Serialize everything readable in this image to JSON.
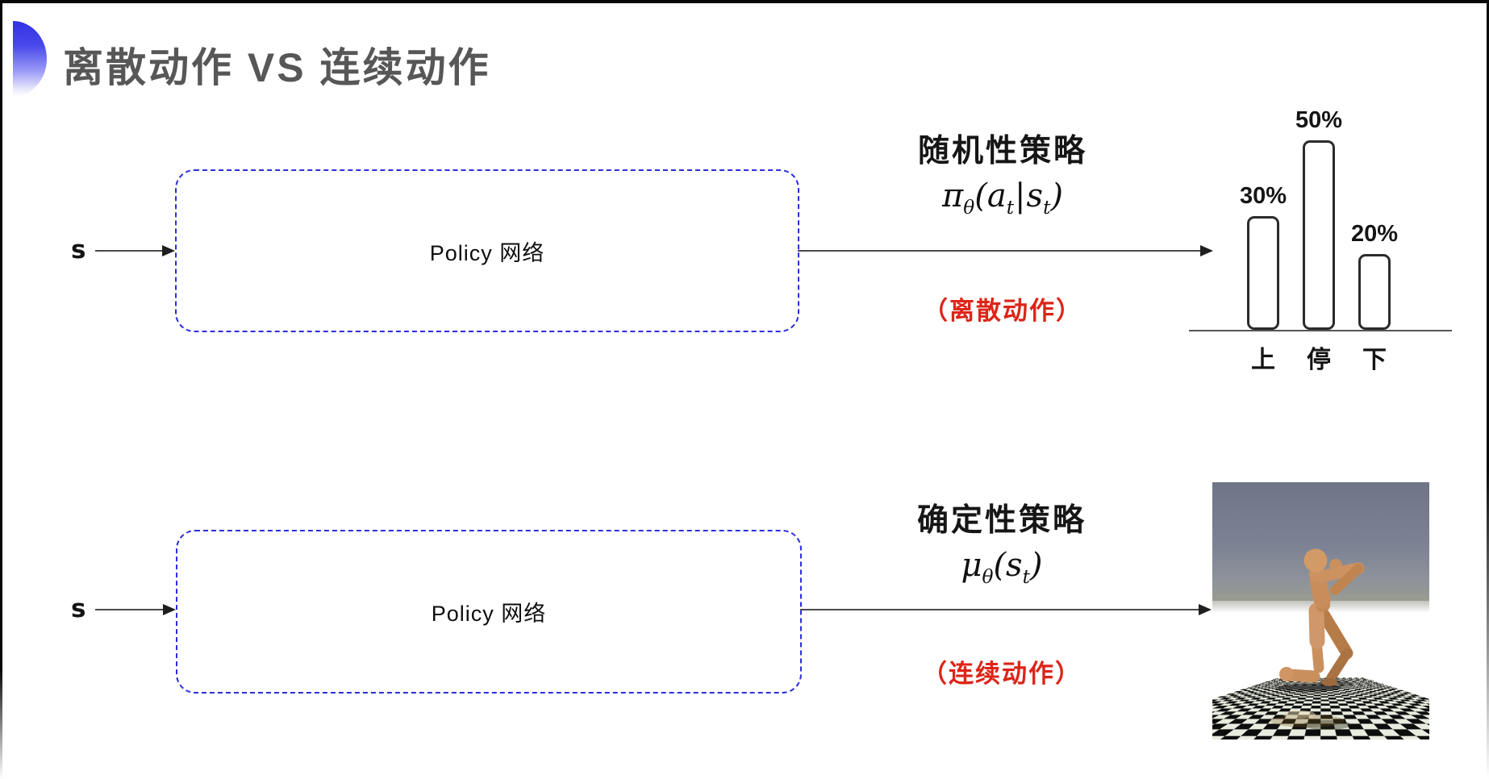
{
  "page": {
    "title": "离散动作 VS 连续动作"
  },
  "rows": {
    "stochastic": {
      "input_label": "s",
      "box_label": "Policy 网络",
      "policy_type": "随机性策略",
      "formula": {
        "head": "π",
        "head_sub": "θ",
        "open": "(",
        "arg1": "a",
        "arg1_sub": "t",
        "bar": "|",
        "arg2": "s",
        "arg2_sub": "t",
        "close": ")"
      },
      "action_note": "（离散动作）"
    },
    "deterministic": {
      "input_label": "s",
      "box_label": "Policy 网络",
      "policy_type": "确定性策略",
      "formula": {
        "head": "μ",
        "head_sub": "θ",
        "open": "(",
        "arg1": "s",
        "arg1_sub": "t",
        "close": ")"
      },
      "action_note": "（连续动作）"
    }
  },
  "chart_data": {
    "type": "bar",
    "categories": [
      "上",
      "停",
      "下"
    ],
    "values": [
      30,
      50,
      20
    ],
    "value_labels": [
      "30%",
      "50%",
      "20%"
    ],
    "title": "",
    "xlabel": "",
    "ylabel": "",
    "ylim": [
      0,
      55
    ],
    "grid": false,
    "legend": false,
    "bar_fill": "#ffffff",
    "bar_border": "#2b2b2b"
  },
  "colors": {
    "accent_blue": "#2d2ddd",
    "title_gray": "#575757",
    "note_red": "#dd2418",
    "arrow": "#4a4a4a"
  },
  "figure": {
    "icon": "mujoco-humanoid-robot"
  }
}
